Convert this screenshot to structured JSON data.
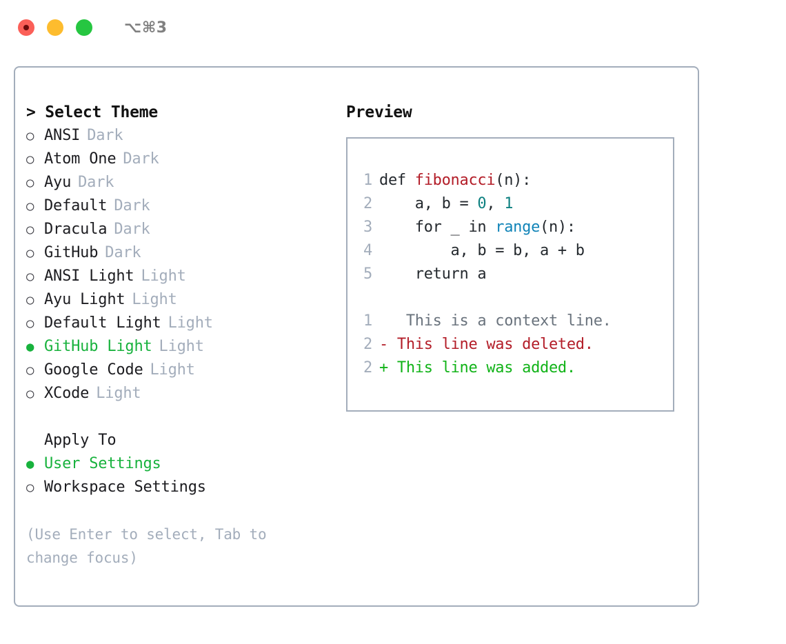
{
  "window": {
    "title": "⌥⌘3",
    "controls": [
      {
        "name": "close",
        "color": "#fb5f58"
      },
      {
        "name": "minimize",
        "color": "#fdbc2e"
      },
      {
        "name": "maximize",
        "color": "#26c641"
      }
    ]
  },
  "colors": {
    "border": "#a3adbb",
    "selected_green": "#18b23d",
    "muted": "#a3adbb",
    "text": "#1c1c20",
    "syntax_function": "#b31d28",
    "syntax_number": "#0d8080",
    "syntax_call": "#1184b8",
    "diff_context": "#6a737d",
    "diff_deleted": "#b31d28",
    "diff_added": "#11b318"
  },
  "theme_picker": {
    "header": "> Select Theme",
    "options": [
      {
        "bullet": "○",
        "label": "ANSI",
        "tag": "Dark",
        "selected": false
      },
      {
        "bullet": "○",
        "label": "Atom One",
        "tag": "Dark",
        "selected": false
      },
      {
        "bullet": "○",
        "label": "Ayu",
        "tag": "Dark",
        "selected": false
      },
      {
        "bullet": "○",
        "label": "Default",
        "tag": "Dark",
        "selected": false
      },
      {
        "bullet": "○",
        "label": "Dracula",
        "tag": "Dark",
        "selected": false
      },
      {
        "bullet": "○",
        "label": "GitHub",
        "tag": "Dark",
        "selected": false
      },
      {
        "bullet": "○",
        "label": "ANSI Light",
        "tag": "Light",
        "selected": false
      },
      {
        "bullet": "○",
        "label": "Ayu Light",
        "tag": "Light",
        "selected": false
      },
      {
        "bullet": "○",
        "label": "Default Light",
        "tag": "Light",
        "selected": false
      },
      {
        "bullet": "●",
        "label": "GitHub Light",
        "tag": "Light",
        "selected": true
      },
      {
        "bullet": "○",
        "label": "Google Code",
        "tag": "Light",
        "selected": false
      },
      {
        "bullet": "○",
        "label": "XCode",
        "tag": "Light",
        "selected": false
      }
    ]
  },
  "apply_to": {
    "header": "Apply To",
    "options": [
      {
        "bullet": "●",
        "label": "User Settings",
        "selected": true
      },
      {
        "bullet": "○",
        "label": "Workspace Settings",
        "selected": false
      }
    ]
  },
  "hint": "(Use Enter to select, Tab to change focus)",
  "preview": {
    "title": "Preview",
    "code_lines": [
      {
        "number": "1",
        "segments": [
          {
            "text": "def ",
            "token": "plain"
          },
          {
            "text": "fibonacci",
            "token": "func"
          },
          {
            "text": "(n):",
            "token": "plain"
          }
        ]
      },
      {
        "number": "2",
        "segments": [
          {
            "text": "    a, b = ",
            "token": "plain"
          },
          {
            "text": "0",
            "token": "num"
          },
          {
            "text": ", ",
            "token": "plain"
          },
          {
            "text": "1",
            "token": "num"
          }
        ]
      },
      {
        "number": "3",
        "segments": [
          {
            "text": "    for _ in ",
            "token": "plain"
          },
          {
            "text": "range",
            "token": "call"
          },
          {
            "text": "(n):",
            "token": "plain"
          }
        ]
      },
      {
        "number": "4",
        "segments": [
          {
            "text": "        a, b = b, a + b",
            "token": "plain"
          }
        ]
      },
      {
        "number": "5",
        "segments": [
          {
            "text": "    return a",
            "token": "plain"
          }
        ]
      }
    ],
    "diff_lines": [
      {
        "number": "1",
        "marker": " ",
        "text": "  This is a context line.",
        "kind": "context"
      },
      {
        "number": "2",
        "marker": "-",
        "text": " This line was deleted.",
        "kind": "deleted"
      },
      {
        "number": "2",
        "marker": "+",
        "text": " This line was added.",
        "kind": "added"
      }
    ]
  }
}
